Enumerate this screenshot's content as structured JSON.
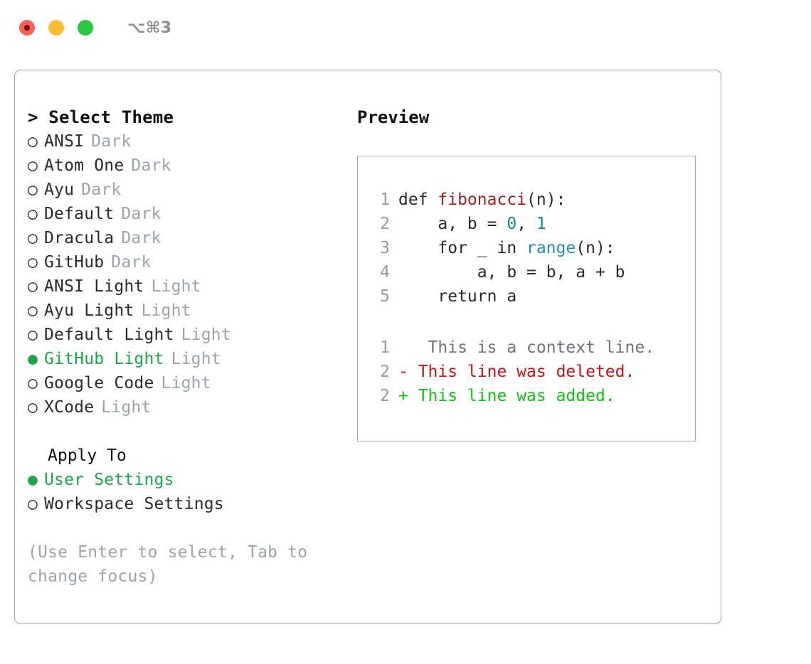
{
  "window": {
    "shortcut_label": "⌥⌘3",
    "traffic_lights": [
      "close-red",
      "minimize-yellow",
      "zoom-green"
    ]
  },
  "colors": {
    "accent_green": "#18a848",
    "muted": "#9aa3b0",
    "border": "#9aa4b2",
    "text": "#2a2a2a",
    "diff_add": "#11c411",
    "diff_del": "#cc1111"
  },
  "left": {
    "header": "> Select Theme",
    "themes": [
      {
        "bullet": "○",
        "name": "ANSI",
        "tag": "Dark",
        "selected": false
      },
      {
        "bullet": "○",
        "name": "Atom One",
        "tag": "Dark",
        "selected": false
      },
      {
        "bullet": "○",
        "name": "Ayu",
        "tag": "Dark",
        "selected": false
      },
      {
        "bullet": "○",
        "name": "Default",
        "tag": "Dark",
        "selected": false
      },
      {
        "bullet": "○",
        "name": "Dracula",
        "tag": "Dark",
        "selected": false
      },
      {
        "bullet": "○",
        "name": "GitHub",
        "tag": "Dark",
        "selected": false
      },
      {
        "bullet": "○",
        "name": "ANSI Light",
        "tag": "Light",
        "selected": false
      },
      {
        "bullet": "○",
        "name": "Ayu Light",
        "tag": "Light",
        "selected": false
      },
      {
        "bullet": "○",
        "name": "Default Light",
        "tag": "Light",
        "selected": false
      },
      {
        "bullet": "●",
        "name": "GitHub Light",
        "tag": "Light",
        "selected": true
      },
      {
        "bullet": "○",
        "name": "Google Code",
        "tag": "Light",
        "selected": false
      },
      {
        "bullet": "○",
        "name": "XCode",
        "tag": "Light",
        "selected": false
      }
    ],
    "apply_to": {
      "header": "Apply To",
      "options": [
        {
          "bullet": "●",
          "name": "User Settings",
          "selected": true
        },
        {
          "bullet": "○",
          "name": "Workspace Settings",
          "selected": false
        }
      ]
    },
    "hint": "(Use Enter to select, Tab to change focus)"
  },
  "right": {
    "title": "Preview",
    "code": {
      "lines": [
        {
          "no": "1",
          "parts": [
            {
              "t": "def ",
              "k": "plain"
            },
            {
              "t": "fibonacci",
              "k": "func"
            },
            {
              "t": "(n):",
              "k": "plain"
            }
          ]
        },
        {
          "no": "2",
          "parts": [
            {
              "t": "    a, b = ",
              "k": "plain"
            },
            {
              "t": "0",
              "k": "num"
            },
            {
              "t": ", ",
              "k": "plain"
            },
            {
              "t": "1",
              "k": "num"
            }
          ]
        },
        {
          "no": "3",
          "parts": [
            {
              "t": "    for _ in ",
              "k": "plain"
            },
            {
              "t": "range",
              "k": "call"
            },
            {
              "t": "(n):",
              "k": "plain"
            }
          ]
        },
        {
          "no": "4",
          "parts": [
            {
              "t": "        a, b = b, a + b",
              "k": "plain"
            }
          ]
        },
        {
          "no": "5",
          "parts": [
            {
              "t": "    return a",
              "k": "plain"
            }
          ]
        }
      ]
    },
    "diff": {
      "lines": [
        {
          "no": "1",
          "marker": " ",
          "text": "  This is a context line.",
          "kind": "context"
        },
        {
          "no": "2",
          "marker": "-",
          "text": " This line was deleted.",
          "kind": "del"
        },
        {
          "no": "2",
          "marker": "+",
          "text": " This line was added.",
          "kind": "add"
        }
      ]
    }
  }
}
